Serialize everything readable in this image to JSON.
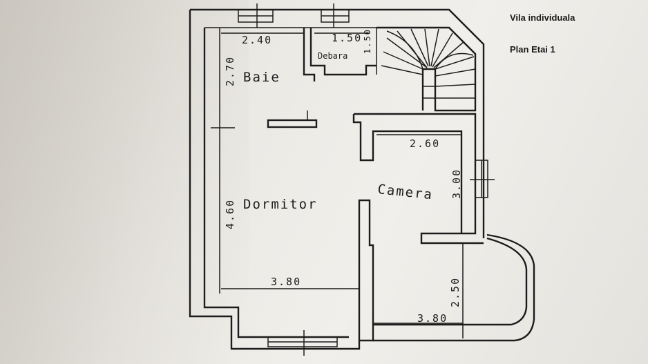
{
  "header": {
    "title": "Vila individuala",
    "subtitle": "Plan Etai 1"
  },
  "rooms": {
    "baie": "Baie",
    "debara": "Debara",
    "dormitor": "Dormitor",
    "camera": "Camera"
  },
  "dimensions": {
    "baie_width": "2.40",
    "baie_height": "2.70",
    "debara_width": "1.50",
    "debara_height": "1.50",
    "dormitor_width": "3.80",
    "dormitor_height": "4.60",
    "camera_width": "2.60",
    "camera_height": "3.00",
    "balcony_width": "3.80",
    "balcony_height": "2.50"
  }
}
